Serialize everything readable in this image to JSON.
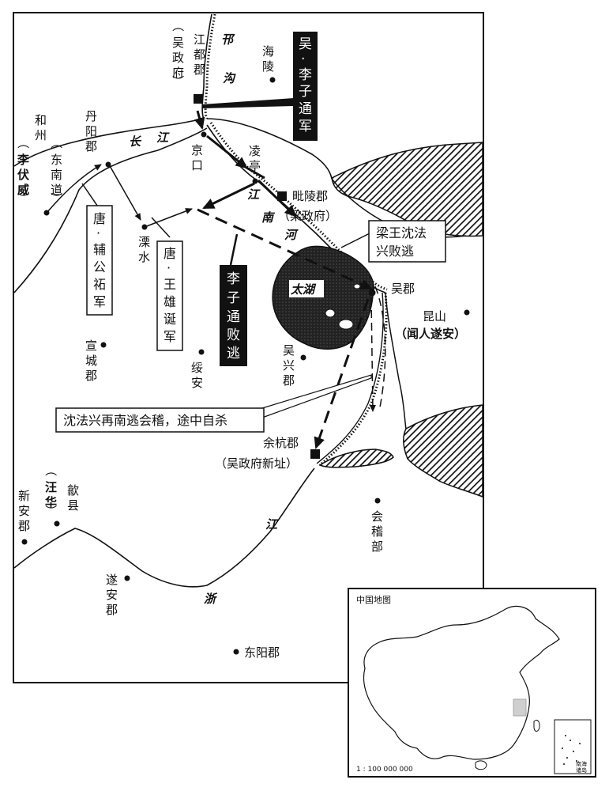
{
  "rivers": {
    "hangou": [
      "邗",
      "沟"
    ],
    "changjiang": [
      "长",
      "江"
    ],
    "jiangnanhe": [
      "江",
      "南",
      "河"
    ],
    "zhejiang": [
      "江",
      "浙"
    ],
    "taihu": "太湖"
  },
  "places": {
    "jiangdu": [
      "江",
      "都",
      "郡"
    ],
    "wu_gov": [
      "（",
      "吴",
      "政",
      "府",
      "）"
    ],
    "hailing": [
      "海",
      "陵"
    ],
    "hezhou": [
      "和",
      "州"
    ],
    "dongnan": [
      "（",
      "东",
      "南",
      "道",
      "）"
    ],
    "li_fuwei": [
      "（",
      "李",
      "伏",
      "威",
      "）"
    ],
    "danyang": [
      "丹",
      "阳",
      "郡"
    ],
    "jingkou": [
      "京",
      "口"
    ],
    "lingting": [
      "凌",
      "亭"
    ],
    "piling": "毗陵郡",
    "liang_gov": "（梁政府）",
    "lishui": [
      "溧",
      "水"
    ],
    "wujun": "吴郡",
    "kunshan": "昆山",
    "wenren": "（闻人遂安）",
    "xuancheng": [
      "宣",
      "城",
      "郡"
    ],
    "suian": [
      "绥",
      "安"
    ],
    "wuxing": [
      "吴",
      "兴",
      "郡"
    ],
    "yuhang": "余杭郡",
    "wu_new": "（吴政府新址）",
    "xinan": [
      "新",
      "安",
      "郡"
    ],
    "wanghua": [
      "（",
      "汪",
      "华",
      "）"
    ],
    "shexian": [
      "歙",
      "县"
    ],
    "kuaiji": [
      "会",
      "稽",
      "部"
    ],
    "suian_jun": [
      "遂",
      "安",
      "郡"
    ],
    "dongyang": "东阳郡"
  },
  "callouts": {
    "wu_army": [
      "吴",
      "·",
      "李",
      "子",
      "通",
      "军"
    ],
    "li_defeat": [
      "李",
      "子",
      "通",
      "败",
      "逃"
    ],
    "tang_fu": [
      "唐",
      "·",
      "辅",
      "公",
      "祏",
      "军"
    ],
    "tang_wang": [
      "唐",
      "·",
      "王",
      "雄",
      "诞",
      "军"
    ],
    "liang_shen": [
      "梁王沈法",
      "兴败逃"
    ],
    "shen_suicide": "沈法兴再南逃会稽，途中自杀"
  },
  "inset": {
    "title": "中国地图",
    "scale": "1 : 100 000 000",
    "nanhai": [
      "南海",
      "诸岛"
    ]
  }
}
